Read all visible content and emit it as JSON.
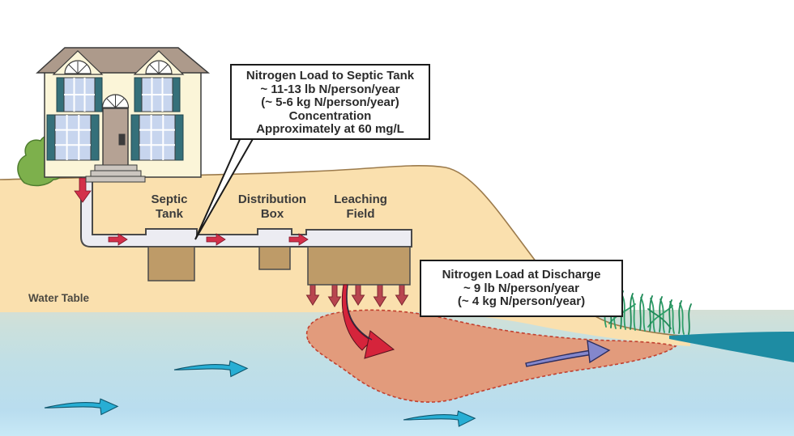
{
  "labels": {
    "septic_tank": "Septic Tank",
    "distribution_box": "Distribution Box",
    "leaching_field": "Leaching Field",
    "water_table": "Water Table"
  },
  "callouts": {
    "septic_tank_load": {
      "lines": [
        "Nitrogen Load to Septic Tank",
        "~ 11-13 lb N/person/year",
        "(~ 5-6 kg N/person/year)",
        "Concentration",
        "Approximately at 60 mg/L"
      ]
    },
    "discharge_load": {
      "lines": [
        "Nitrogen Load at Discharge",
        "~ 9 lb N/person/year",
        "(~ 4 kg N/person/year)"
      ]
    }
  },
  "icons": {
    "sewage_flow": "red-arrow-right-icon",
    "sewage_drop": "red-arrow-down-icon",
    "infiltration": "dark-red-arrow-down-icon",
    "plume_descent": "red-curved-arrow-icon",
    "plume_flow": "purple-arrow-right-icon",
    "groundwater_flow": "cyan-arrow-right-icon"
  },
  "palette": {
    "ground": "#FAE0AE",
    "ground_line": "#9C7B4C",
    "water_top": "#D4DFD5",
    "water_bottom": "#C8E9F6",
    "bay_teal": "#1E8CA3",
    "plume": "#E29B7C",
    "plume_border": "#C2402F",
    "tank_brown": "#BE9B68",
    "pipe": "#ECECF2",
    "arrow_red": "#D3304A",
    "arrow_dark_red": "#B8454F",
    "arrow_cyan": "#27AED4",
    "arrow_purple": "#8487CC",
    "grass_green": "#2E9E68",
    "house_wall": "#FBF5D8",
    "roof": "#AD9A8B",
    "shutter": "#35707A",
    "window_pane": "#C7D5EE",
    "door": "#B5A294"
  }
}
